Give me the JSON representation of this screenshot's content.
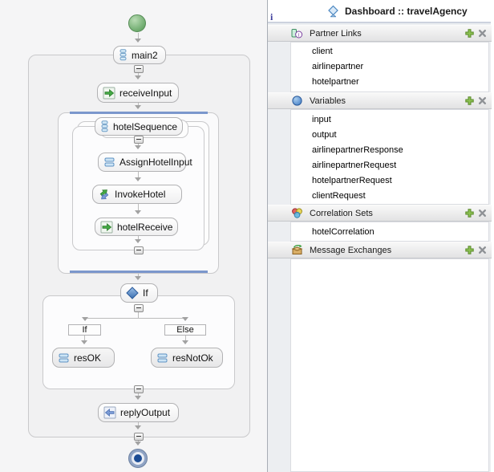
{
  "window": {
    "title": "Dashboard :: travelAgency",
    "info_glyph": "i"
  },
  "panel": {
    "sections": [
      {
        "label": "Partner Links",
        "items": [
          "client",
          "airlinepartner",
          "hotelpartner"
        ]
      },
      {
        "label": "Variables",
        "items": [
          "input",
          "output",
          "airlinepartnerResponse",
          "airlinepartnerRequest",
          "hotelpartnerRequest",
          "clientRequest"
        ]
      },
      {
        "label": "Correlation Sets",
        "items": [
          "hotelCorrelation"
        ]
      },
      {
        "label": "Message Exchanges",
        "items": []
      }
    ]
  },
  "diagram": {
    "main2": "main2",
    "receiveInput": "receiveInput",
    "hotelSequence": "hotelSequence",
    "assignHotelInput": "AssignHotelInput",
    "invokeHotel": "InvokeHotel",
    "hotelReceive": "hotelReceive",
    "ifActivity": "If",
    "branchIf": "If",
    "branchElse": "Else",
    "resOK": "resOK",
    "resNotOk": "resNotOk",
    "replyOutput": "replyOutput"
  },
  "colors": {
    "scope_accent": "#7b97cc",
    "start_node_green": "#6aa86a",
    "end_node_blue": "#1c4c94",
    "add_button_green": "#8cc152",
    "remove_button_gray": "#8f9296"
  }
}
